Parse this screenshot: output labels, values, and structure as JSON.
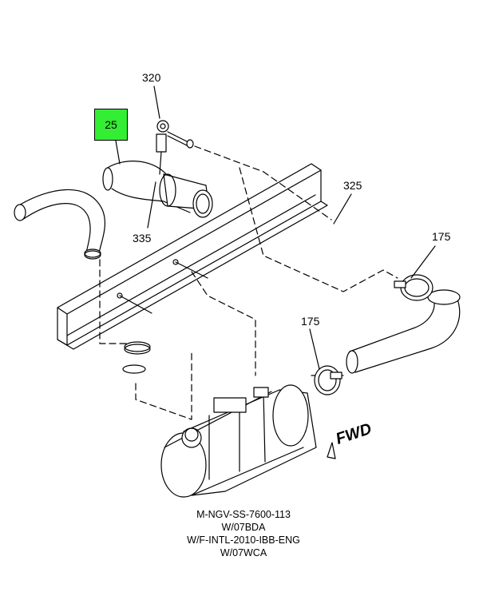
{
  "callouts": {
    "part_25": "25",
    "part_320": "320",
    "part_325": "325",
    "part_335": "335",
    "part_175_right": "175",
    "part_175_center": "175"
  },
  "highlight_color": "#33ee33",
  "direction_marker": "FWD",
  "caption": {
    "line1": "M-NGV-SS-7600-113",
    "line2": "W/07BDA",
    "line3": "W/F-INTL-2010-IBB-ENG",
    "line4": "W/07WCA"
  }
}
